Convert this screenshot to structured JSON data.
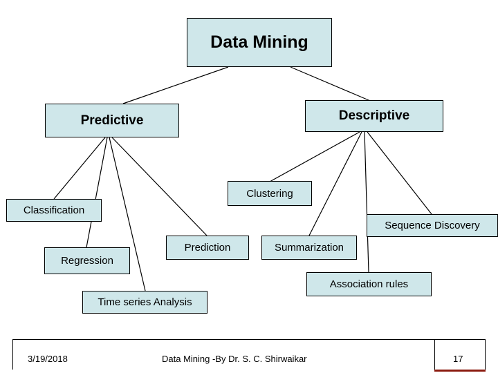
{
  "slide": {
    "title": "Data Mining",
    "nodes": [
      {
        "id": "root",
        "label": "Data Mining"
      },
      {
        "id": "predictive",
        "label": "Predictive"
      },
      {
        "id": "descriptive",
        "label": "Descriptive"
      },
      {
        "id": "classification",
        "label": "Classification"
      },
      {
        "id": "regression",
        "label": "Regression"
      },
      {
        "id": "time-series-analysis",
        "label": "Time series Analysis"
      },
      {
        "id": "prediction",
        "label": "Prediction"
      },
      {
        "id": "clustering",
        "label": "Clustering"
      },
      {
        "id": "summarization",
        "label": "Summarization"
      },
      {
        "id": "association-rules",
        "label": "Association rules"
      },
      {
        "id": "sequence-discovery",
        "label": "Sequence Discovery"
      }
    ],
    "colors": {
      "node_fill": "#cfe7ea",
      "node_border": "#000000",
      "footer_accent": "#8b1a0f"
    }
  },
  "footer": {
    "date": "3/19/2018",
    "center": "Data Mining -By Dr. S. C. Shirwaikar",
    "page": "17"
  }
}
